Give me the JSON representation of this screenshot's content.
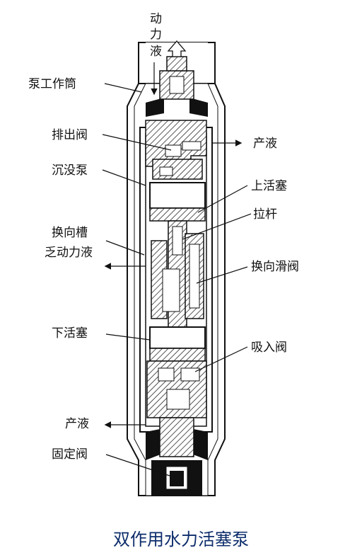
{
  "diagram": {
    "caption": "双作用水力活塞泵",
    "labels": {
      "power_fluid_top": [
        "动",
        "力",
        "液"
      ],
      "pump_barrel": "泵工作筒",
      "discharge_valve": "排出阀",
      "submersible_pump": "沉没泵",
      "reversing_groove": "换向槽",
      "spent_power_fluid": "乏动力液",
      "lower_piston": "下活塞",
      "produced_fluid_bottom": "产液",
      "standing_valve": "固定阀",
      "produced_fluid_top": "产液",
      "upper_piston": "上活塞",
      "pull_rod": "拉杆",
      "reversing_slide_valve": "换向滑阀",
      "suction_valve": "吸入阀"
    }
  }
}
